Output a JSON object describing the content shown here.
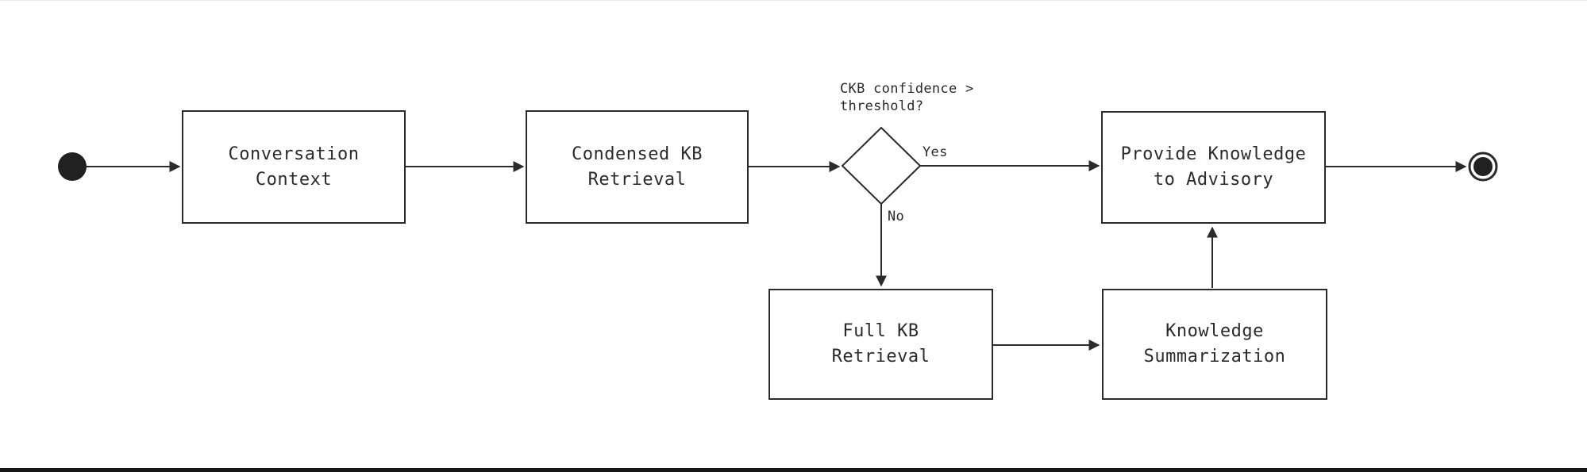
{
  "diagram": {
    "type": "activity-flowchart",
    "colors": {
      "background": "#ffffff",
      "node_fill": "#ffffff",
      "stroke": "#2b2b2b",
      "text": "#2b2b2b",
      "bottom_bar": "#161616",
      "top_divider": "#ebebeb"
    },
    "nodes": {
      "start": {
        "kind": "initial-node"
      },
      "conversation_context": {
        "line1": "Conversation",
        "line2": "Context"
      },
      "condensed_kb_retrieval": {
        "line1": "Condensed KB",
        "line2": "Retrieval"
      },
      "ckb_confidence_decision": {
        "line1": "CKB confidence >",
        "line2": "threshold?"
      },
      "provide_knowledge_to_advisory": {
        "line1": "Provide Knowledge",
        "line2": "to Advisory"
      },
      "full_kb_retrieval": {
        "line1": "Full KB",
        "line2": "Retrieval"
      },
      "knowledge_summarization": {
        "line1": "Knowledge",
        "line2": "Summarization"
      },
      "end": {
        "kind": "final-node"
      }
    },
    "edges": [
      {
        "from": "start",
        "to": "conversation_context",
        "label": ""
      },
      {
        "from": "conversation_context",
        "to": "condensed_kb_retrieval",
        "label": ""
      },
      {
        "from": "condensed_kb_retrieval",
        "to": "ckb_confidence_decision",
        "label": ""
      },
      {
        "from": "ckb_confidence_decision",
        "to": "provide_knowledge_to_advisory",
        "label": "Yes"
      },
      {
        "from": "ckb_confidence_decision",
        "to": "full_kb_retrieval",
        "label": "No"
      },
      {
        "from": "full_kb_retrieval",
        "to": "knowledge_summarization",
        "label": ""
      },
      {
        "from": "knowledge_summarization",
        "to": "provide_knowledge_to_advisory",
        "label": ""
      },
      {
        "from": "provide_knowledge_to_advisory",
        "to": "end",
        "label": ""
      }
    ]
  }
}
